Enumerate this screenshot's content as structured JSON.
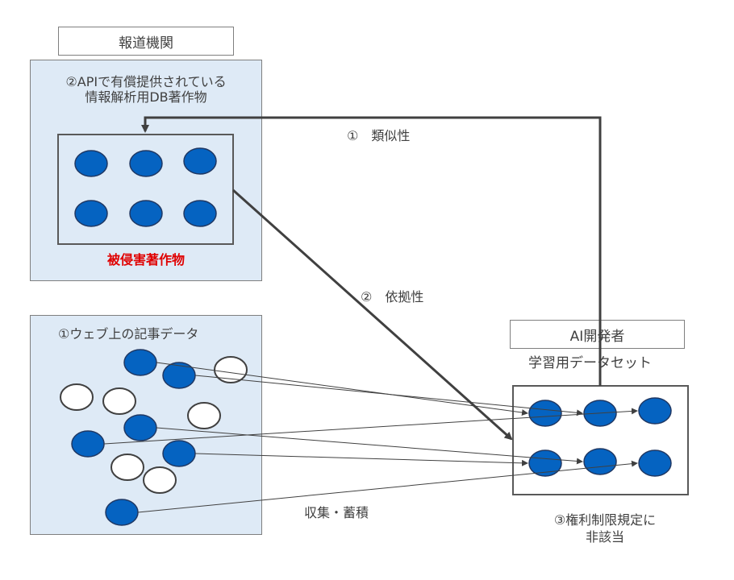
{
  "publisher": {
    "label": "報道機関",
    "panel_line1": "②APIで有償提供されている",
    "panel_line2": "情報解析用DB著作物",
    "infringed_label": "被侵害著作物"
  },
  "web": {
    "label": "①ウェブ上の記事データ"
  },
  "developer": {
    "label": "AI開発者",
    "dataset_label": "学習用データセット",
    "exemption_line1": "③権利制限規定に",
    "exemption_line2": "非該当"
  },
  "arrows": {
    "similarity": "①　類似性",
    "dependency": "②　依拠性",
    "collection": "収集・蓄積"
  },
  "colors": {
    "panel_fill": "#deeaf6",
    "dot_fill": "#0563c1",
    "dot_stroke": "#1f3864",
    "arrow": "#404040",
    "highlight": "#e00000"
  }
}
